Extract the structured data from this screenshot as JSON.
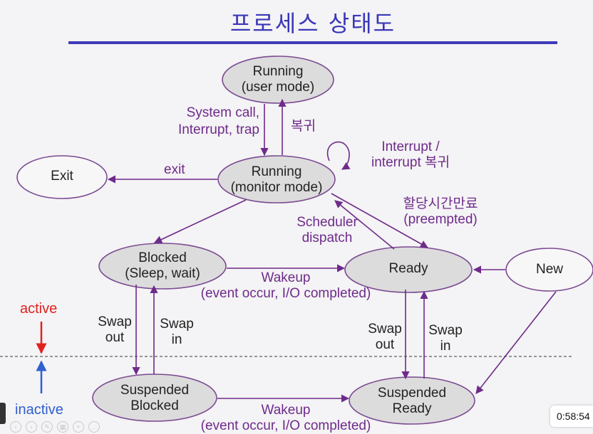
{
  "title": "프로세스 상태도",
  "states": {
    "running_user": {
      "line1": "Running",
      "line2": "(user mode)"
    },
    "running_monitor": {
      "line1": "Running",
      "line2": "(monitor mode)"
    },
    "exit": {
      "line1": "Exit"
    },
    "blocked": {
      "line1": "Blocked",
      "line2": "(Sleep, wait)"
    },
    "ready": {
      "line1": "Ready"
    },
    "new": {
      "line1": "New"
    },
    "suspended_blocked": {
      "line1": "Suspended",
      "line2": "Blocked"
    },
    "suspended_ready": {
      "line1": "Suspended",
      "line2": "Ready"
    }
  },
  "labels": {
    "system_call_1": "System call,",
    "system_call_2": "Interrupt, trap",
    "return_kr": "복귀",
    "interrupt_1": "Interrupt /",
    "interrupt_2": "interrupt 복귀",
    "exit": "exit",
    "timeout_kr": "할당시간만료",
    "preempted": "(preempted)",
    "scheduler": "Scheduler",
    "dispatch": "dispatch",
    "wakeup_top": "Wakeup",
    "wakeup_top_sub": "(event occur, I/O completed)",
    "wakeup_bottom": "Wakeup",
    "wakeup_bottom_sub": "(event occur, I/O completed)",
    "swap_out_left_1": "Swap",
    "swap_out_left_2": "out",
    "swap_in_left_1": "Swap",
    "swap_in_left_2": "in",
    "swap_out_right_1": "Swap",
    "swap_out_right_2": "out",
    "swap_in_right_1": "Swap",
    "swap_in_right_2": "in",
    "active": "active",
    "inactive": "inactive"
  },
  "player": {
    "timestamp": "0:58:54"
  },
  "colors": {
    "title": "#3a37b8",
    "ellipse_stroke": "#7a4a92",
    "arrow": "#6e2b8a",
    "active": "#e0221f",
    "inactive": "#2f5fd0"
  }
}
